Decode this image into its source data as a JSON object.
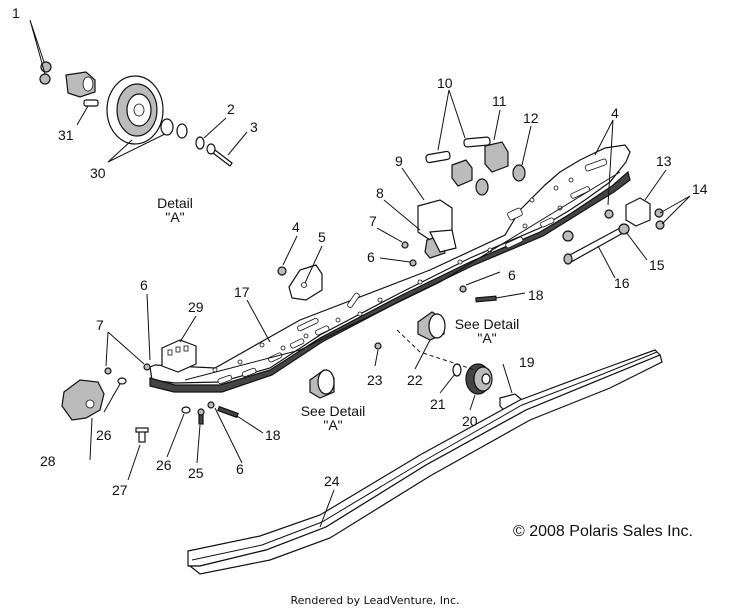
{
  "callouts": {
    "c1": "1",
    "c2": "2",
    "c3": "3",
    "c4a": "4",
    "c4b": "4",
    "c5": "5",
    "c6a": "6",
    "c6b": "6",
    "c6c": "6",
    "c7a": "7",
    "c7b": "7",
    "c8": "8",
    "c9": "9",
    "c10": "10",
    "c11": "11",
    "c12": "12",
    "c13": "13",
    "c14": "14",
    "c15": "15",
    "c16": "16",
    "c17": "17",
    "c18a": "18",
    "c18b": "18",
    "c19": "19",
    "c20": "20",
    "c21": "21",
    "c22": "22",
    "c23": "23",
    "c24": "24",
    "c25": "25",
    "c26a": "26",
    "c26b": "26",
    "c27": "27",
    "c28": "28",
    "c29": "29",
    "c30": "30",
    "c31": "31"
  },
  "details": {
    "detail_a_line1": "Detail",
    "detail_a_line2": "\"A\"",
    "see_detail_1_line1": "See Detail",
    "see_detail_1_line2": "\"A\"",
    "see_detail_2_line1": "See Detail",
    "see_detail_2_line2": "\"A\""
  },
  "copyright": "© 2008 Polaris Sales Inc.",
  "footer": "Rendered by LeadVenture, Inc."
}
